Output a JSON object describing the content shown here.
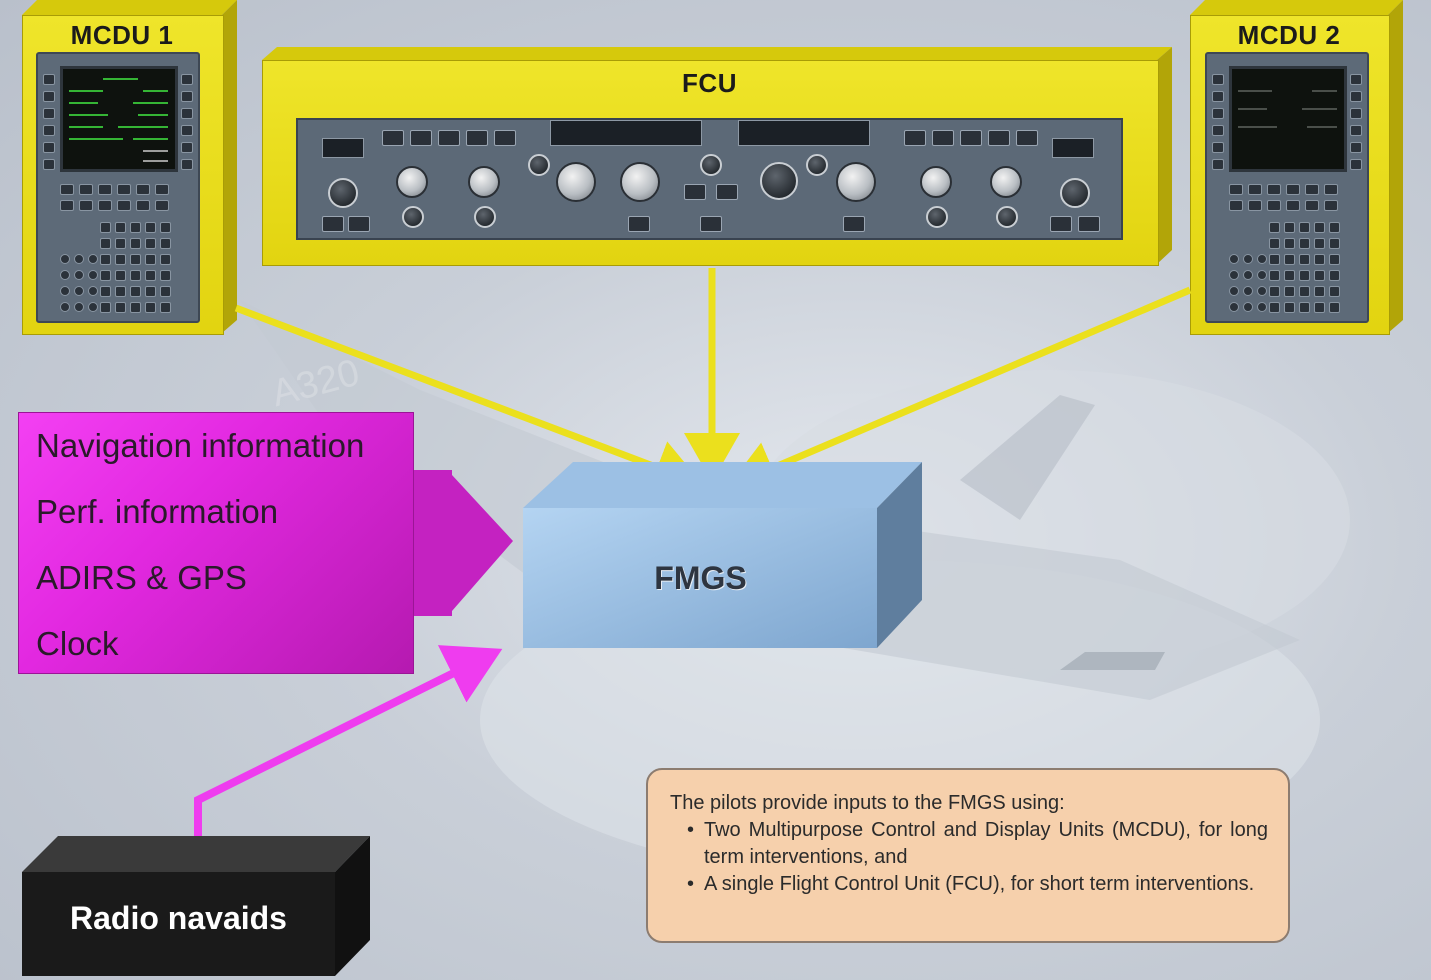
{
  "diagram": {
    "mcdu_left": {
      "title": "MCDU 1"
    },
    "mcdu_right": {
      "title": "MCDU 2"
    },
    "fcu": {
      "title": "FCU"
    },
    "fmgs": {
      "label": "FMGS"
    },
    "inputs": [
      {
        "label": "Navigation information"
      },
      {
        "label": "Perf. information"
      },
      {
        "label": "ADIRS & GPS"
      },
      {
        "label": "Clock"
      }
    ],
    "radio": {
      "label": "Radio navaids"
    },
    "note": {
      "intro": "The pilots provide inputs to the FMGS using:",
      "bullets": [
        "Two Multipurpose Control and Display Units (MCDU), for long term interventions, and",
        "A single Flight Control Unit (FCU), for short term interventions."
      ]
    },
    "colors": {
      "yellow": "#e8dc1a",
      "magenta": "#e228e0",
      "fmgs_blue": "#9cc0e4",
      "radio_black": "#1a1a1a",
      "note_fill": "#f6d0ac"
    }
  }
}
